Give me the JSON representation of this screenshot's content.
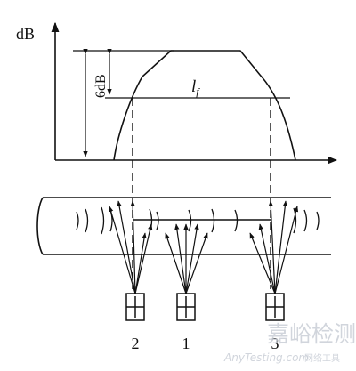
{
  "axis": {
    "y_label": "dB"
  },
  "annotations": {
    "drop_label": "6dB",
    "length_label": "l",
    "length_subscript": "f"
  },
  "probes": [
    {
      "label": "2"
    },
    {
      "label": "1"
    },
    {
      "label": "3"
    }
  ],
  "watermark": {
    "cn": "嘉峪检测网",
    "en": "AnyTesting.com",
    "tag": "网络工具"
  },
  "colors": {
    "ink": "#111111",
    "watermark": "#c9ced6"
  }
}
